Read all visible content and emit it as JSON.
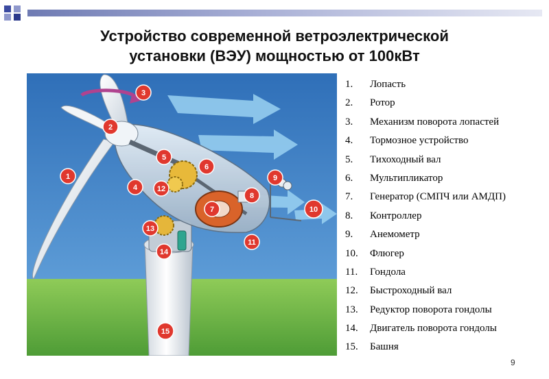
{
  "slide": {
    "title_line1": "Устройство современной ветроэлектрической",
    "title_line2": "установки (ВЭУ) мощностью от 100кВт",
    "page_number": "9"
  },
  "figure": {
    "markers": [
      "1",
      "2",
      "3",
      "4",
      "5",
      "6",
      "7",
      "8",
      "9",
      "10",
      "11",
      "12",
      "13",
      "14",
      "15"
    ],
    "colors": {
      "marker": "#e0382e",
      "sky": "#3f7fc4",
      "grass": "#6fb64b",
      "tower": "#f4f5f7",
      "arrow": "#9ad2f2"
    }
  },
  "legend": {
    "items": [
      {
        "num": "1.",
        "label": "Лопасть"
      },
      {
        "num": "2.",
        "label": "Ротор"
      },
      {
        "num": "3.",
        "label": "Механизм поворота  лопастей"
      },
      {
        "num": "4.",
        "label": "Тормозное устройство"
      },
      {
        "num": "5.",
        "label": "Тихоходный вал"
      },
      {
        "num": "6.",
        "label": "Мультипликатор"
      },
      {
        "num": "7.",
        "label": "Генератор (СМПЧ или АМДП)"
      },
      {
        "num": "8.",
        "label": "Контроллер"
      },
      {
        "num": "9.",
        "label": "Анемометр"
      },
      {
        "num": "10.",
        "label": "Флюгер"
      },
      {
        "num": "11.",
        "label": "Гондола"
      },
      {
        "num": "12.",
        "label": "Быстроходный вал"
      },
      {
        "num": "13.",
        "label": "Редуктор поворота гондолы"
      },
      {
        "num": "14.",
        "label": "Двигатель поворота гондолы"
      },
      {
        "num": "15.",
        "label": "Башня"
      }
    ]
  }
}
